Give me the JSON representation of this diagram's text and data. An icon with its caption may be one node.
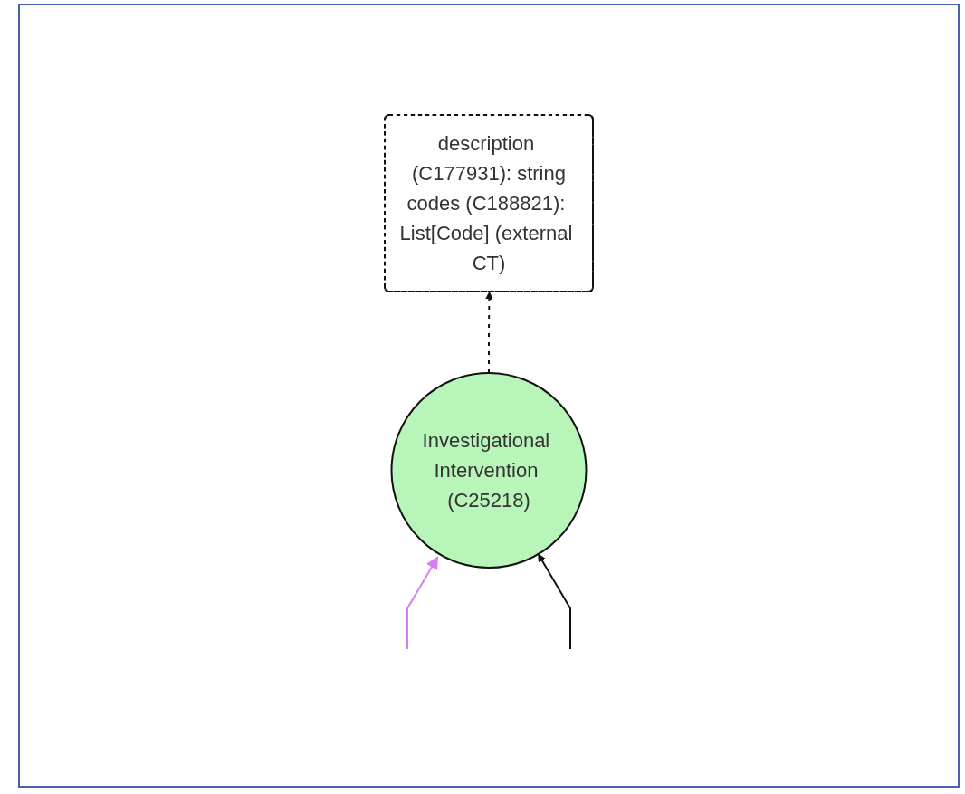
{
  "diagram": {
    "nodes": [
      {
        "text": [
          "description (C177931): string",
          "codes (C188821): List[Code] (external CT)"
        ]
      },
      {
        "text": [
          "Investigational Intervention (C25218)"
        ]
      }
    ],
    "edges": [
      {
        "from": 1,
        "to": 0,
        "arrow": "to",
        "style": "dashed"
      },
      {
        "from": null,
        "to": 1,
        "arrow": "to",
        "color": "#d67ff5"
      },
      {
        "from": null,
        "to": 1,
        "arrow": "to"
      }
    ]
  }
}
